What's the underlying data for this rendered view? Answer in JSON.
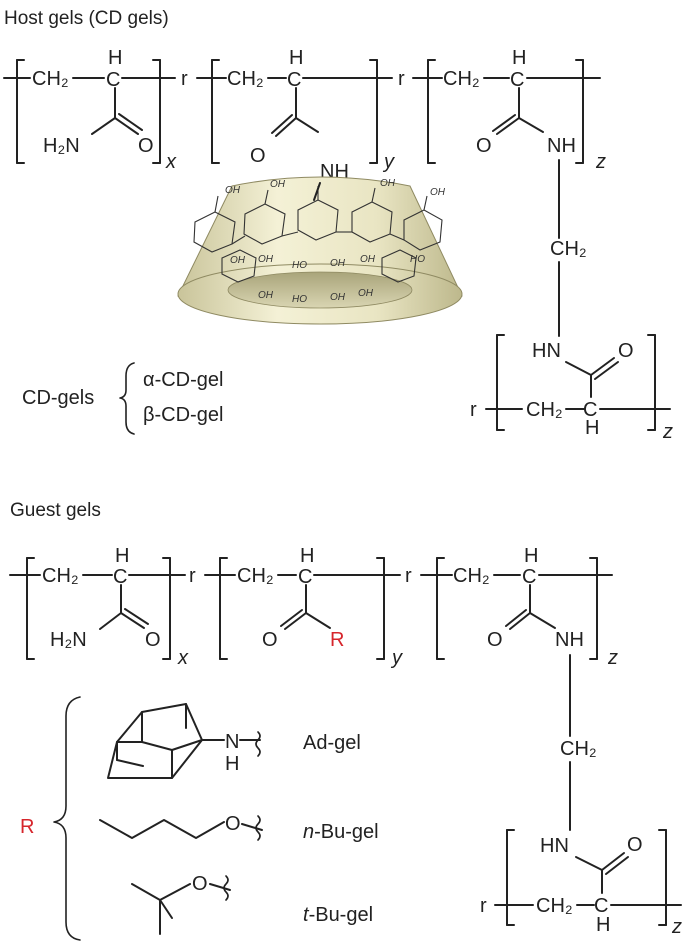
{
  "sections": {
    "host_title": "Host gels (CD gels)",
    "guest_title": "Guest gels"
  },
  "atoms": {
    "ch2": "CH₂",
    "h": "H",
    "o": "O",
    "nh": "NH",
    "hn": "HN",
    "h2n": "H₂N",
    "r_link": "r",
    "oh": "OH",
    "ho": "HO",
    "n": "N",
    "r_group": "R"
  },
  "subscripts": {
    "x": "x",
    "y": "y",
    "z": "z"
  },
  "cd_gels": {
    "label": "CD-gels",
    "items": [
      "α-CD-gel",
      "β-CD-gel"
    ]
  },
  "guest_groups": {
    "ad": "Ad-gel",
    "nbu_prefix": "n",
    "nbu_suffix": "-Bu-gel",
    "tbu_prefix": "t",
    "tbu_suffix": "-Bu-gel"
  },
  "colors": {
    "r_group": "#d6252b",
    "cd_torus": "#efeccb",
    "ink": "#222222"
  }
}
